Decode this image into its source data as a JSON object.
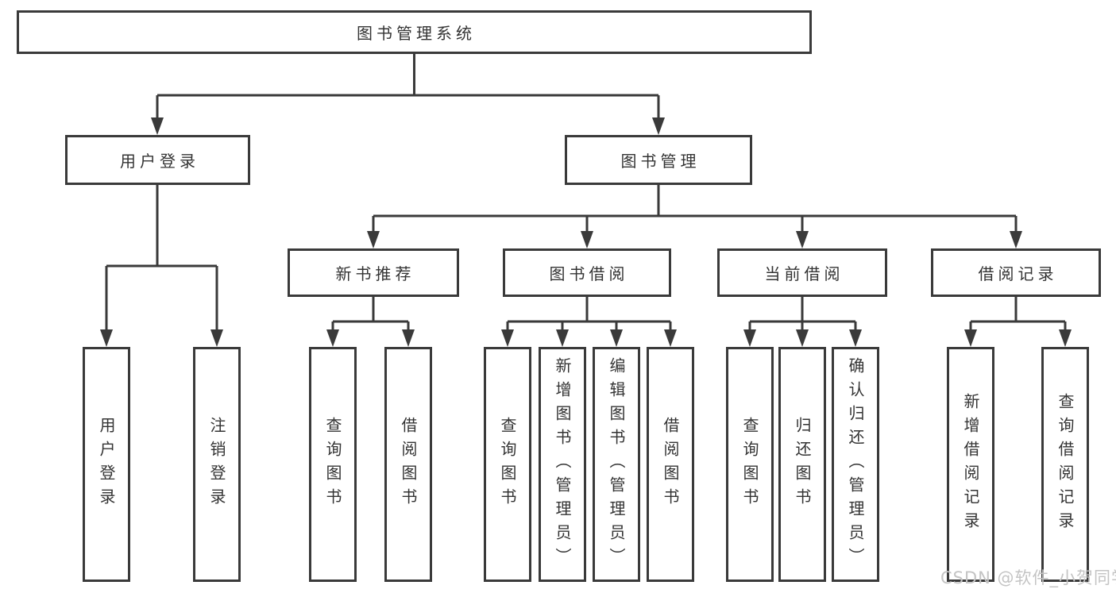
{
  "colors": {
    "line": "#3a3a3a",
    "text": "#333333",
    "watermark": "#c4c4c4",
    "background": "#ffffff"
  },
  "watermark": {
    "text": "CSDN @软件_小贺同学"
  },
  "tree": {
    "root": {
      "label": "图书管理系统"
    },
    "children": [
      {
        "label": "用户登录",
        "children": [
          {
            "label": "用户登录"
          },
          {
            "label": "注销登录"
          }
        ]
      },
      {
        "label": "图书管理",
        "children": [
          {
            "label": "新书推荐",
            "children": [
              {
                "label": "查询图书"
              },
              {
                "label": "借阅图书"
              }
            ]
          },
          {
            "label": "图书借阅",
            "children": [
              {
                "label": "查询图书"
              },
              {
                "label": "新增图书（管理员）"
              },
              {
                "label": "编辑图书（管理员）"
              },
              {
                "label": "借阅图书"
              }
            ]
          },
          {
            "label": "当前借阅",
            "children": [
              {
                "label": "查询图书"
              },
              {
                "label": "归还图书"
              },
              {
                "label": "确认归还（管理员）"
              }
            ]
          },
          {
            "label": "借阅记录",
            "children": [
              {
                "label": "新增借阅记录"
              },
              {
                "label": "查询借阅记录"
              }
            ]
          }
        ]
      }
    ]
  }
}
